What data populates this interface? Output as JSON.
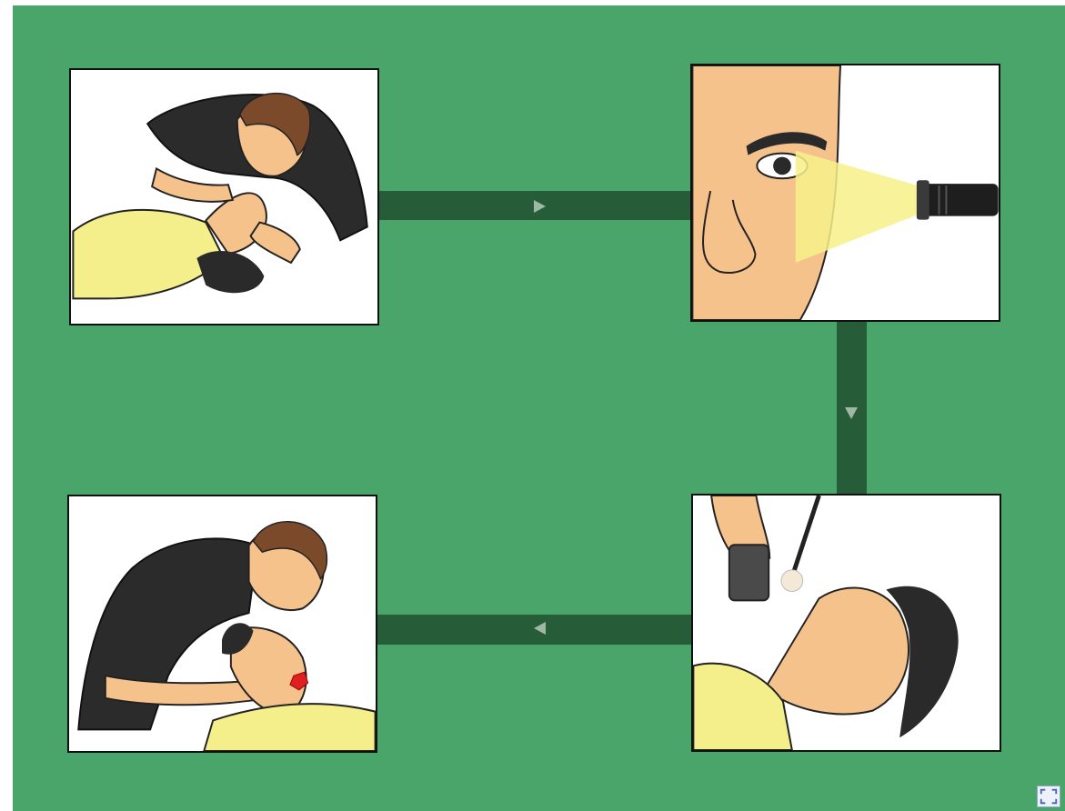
{
  "diagram": {
    "background_color": "#4aa56a",
    "connector_color": "#265c37",
    "arrow_color": "#9fb8a5",
    "panels": [
      {
        "id": "panel-1",
        "illustration": "rescuer-head-tilt-chin-lift"
      },
      {
        "id": "panel-2",
        "illustration": "penlight-eye-pupil-check"
      },
      {
        "id": "panel-3",
        "illustration": "mirror-and-cotton-breath-check"
      },
      {
        "id": "panel-4",
        "illustration": "rescuer-carotid-pulse-check"
      }
    ],
    "flow": [
      "panel-1",
      "panel-2",
      "panel-3",
      "panel-4"
    ],
    "arrows": [
      {
        "from": "panel-1",
        "to": "panel-2",
        "direction": "right"
      },
      {
        "from": "panel-2",
        "to": "panel-3",
        "direction": "down"
      },
      {
        "from": "panel-3",
        "to": "panel-4",
        "direction": "left"
      }
    ]
  },
  "controls": {
    "fullscreen_icon": "expand-arrows-icon"
  }
}
